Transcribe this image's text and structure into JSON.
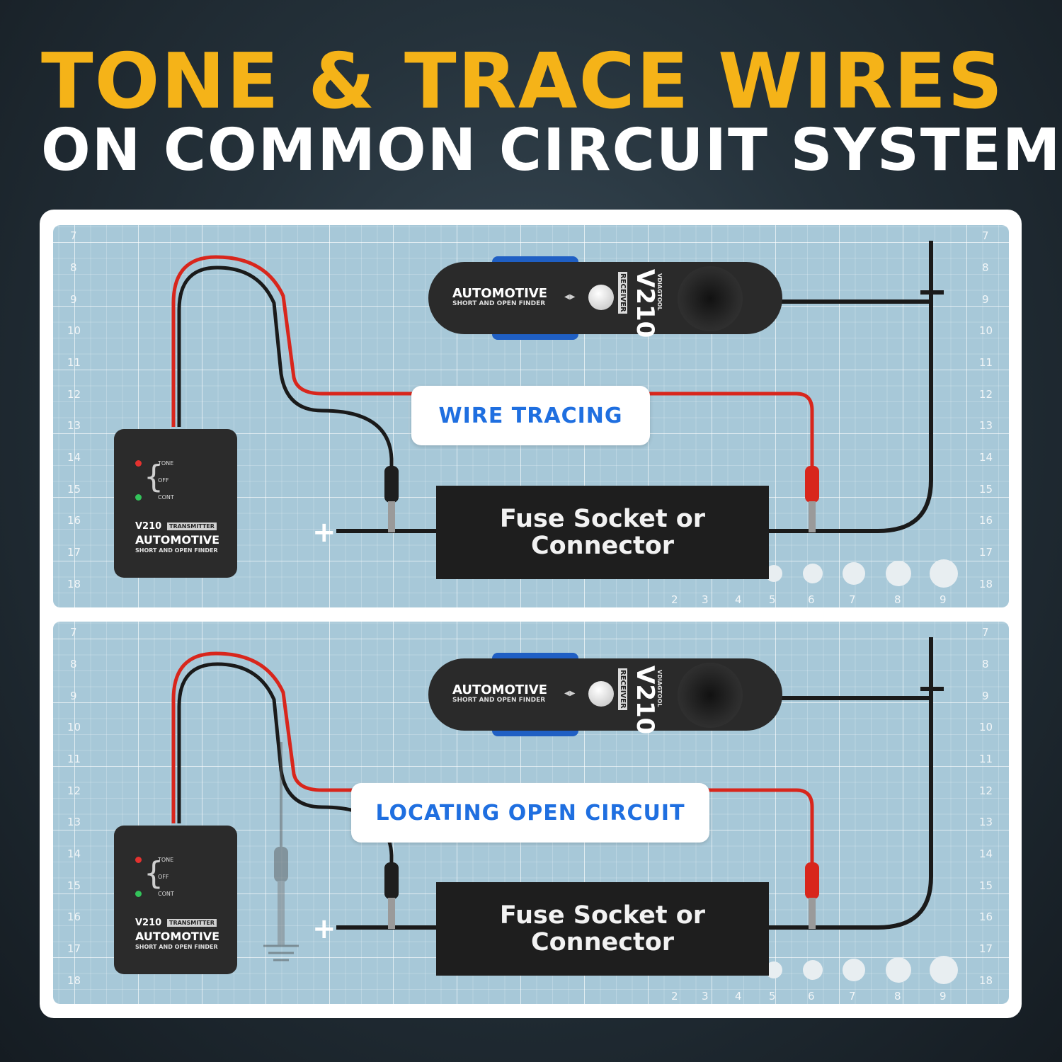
{
  "headline": {
    "line1": "TONE & TRACE WIRES",
    "line2": "ON COMMON CIRCUIT SYSTEM"
  },
  "colors": {
    "headline_accent": "#f5b318",
    "label_text": "#1f6fe0",
    "wire_red": "#d8261c",
    "wire_black": "#1a1a1a",
    "grip_blue": "#1f5fc4"
  },
  "panels": [
    {
      "label": "WIRE TRACING",
      "fuse_label_line1": "Fuse Socket or",
      "fuse_label_line2": "Connector",
      "plus_symbol": "+",
      "ground_shown": false
    },
    {
      "label": "LOCATING OPEN CIRCUIT",
      "fuse_label_line1": "Fuse Socket or",
      "fuse_label_line2": "Connector",
      "plus_symbol": "+",
      "ground_shown": true
    }
  ],
  "transmitter": {
    "mode_tone": "TONE",
    "mode_off": "OFF",
    "mode_cont": "CONT",
    "model": "V210",
    "tag": "TRANSMITTER",
    "name": "AUTOMOTIVE",
    "subtitle": "SHORT AND OPEN FINDER"
  },
  "receiver": {
    "name": "AUTOMOTIVE",
    "subtitle": "SHORT AND OPEN FINDER",
    "model": "V210",
    "tag": "RECEIVER",
    "brand": "VDIAGTOOL",
    "arrow": "◀▶"
  },
  "ruler": {
    "rows": [
      "7",
      "8",
      "9",
      "10",
      "11",
      "12",
      "13",
      "14",
      "15",
      "16",
      "17",
      "18"
    ],
    "cols": [
      "2",
      "3",
      "4",
      "5",
      "6",
      "7",
      "8",
      "9"
    ]
  }
}
